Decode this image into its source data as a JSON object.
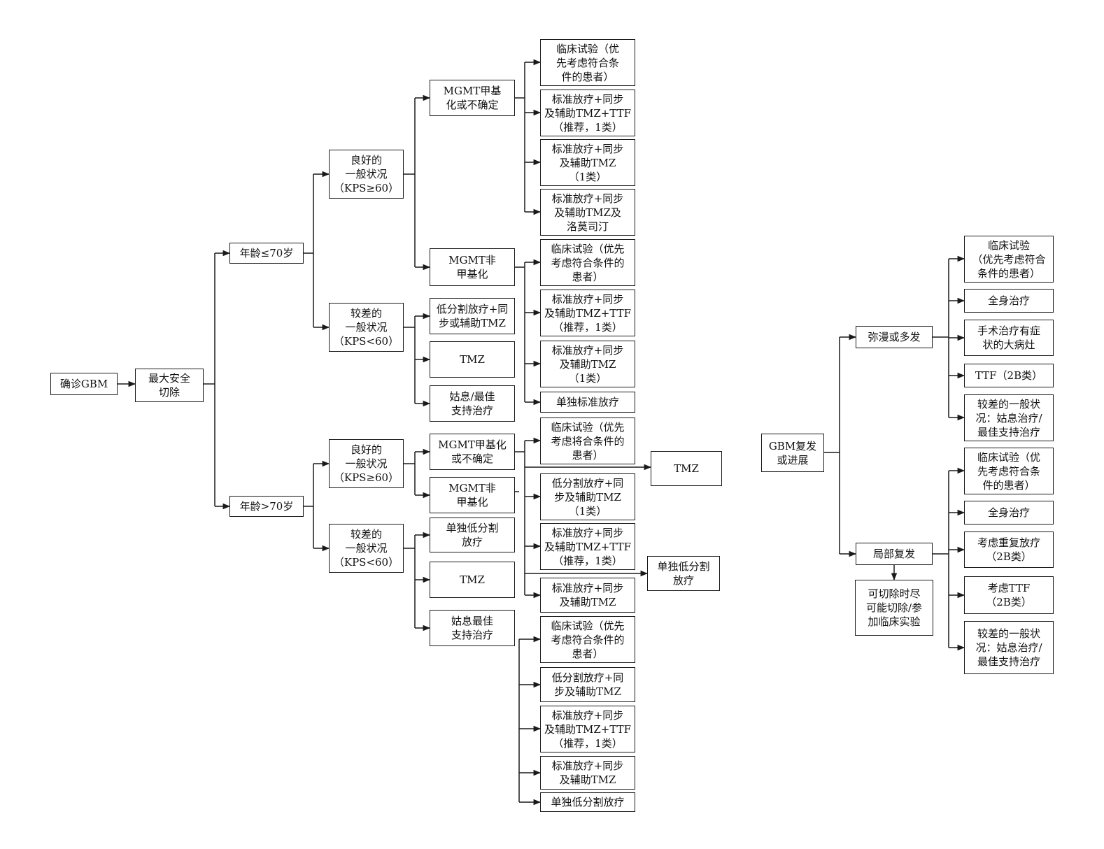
{
  "colors": {
    "line": "#1a1a1a",
    "box_border": "#1a1a1a",
    "background": "#ffffff",
    "text": "#111111"
  },
  "nodes": {
    "diagnosis": "确诊GBM",
    "max_resection": "最大安全\n切除",
    "age_le70": "年龄≤70岁",
    "age_gt70": "年龄>70岁",
    "le70_good": "良好的\n一般状况\n（KPS≥60）",
    "le70_poor": "较差的\n一般状况\n（KPS<60）",
    "le70_good_mgmt_meth": "MGMT甲基\n化或不确定",
    "le70_good_mgmt_unmeth": "MGMT非\n甲基化",
    "le70_meth_trial": "临床试验（优\n先考虑符合条\n件的患者）",
    "le70_meth_rt_tmz_ttf": "标准放疗+同步\n及辅助TMZ+TTF\n（推荐，1类）",
    "le70_meth_rt_tmz": "标准放疗+同步\n及辅助TMZ\n（1类）",
    "le70_meth_rt_tmz_lomustine": "标准放疗+同步\n及辅助TMZ及\n洛莫司汀",
    "le70_unmeth_trial": "临床试验（优先\n考虑符合条件的\n患者）",
    "le70_unmeth_rt_tmz_ttf": "标准放疗+同步\n及辅助TMZ+TTF\n（推荐，1类）",
    "le70_unmeth_rt_tmz": "标准放疗+同步\n及辅助TMZ\n（1类）",
    "le70_unmeth_rt_only": "单独标准放疗",
    "le70_poor_hypo_tmz": "低分割放疗+同\n步或辅助TMZ",
    "le70_poor_tmz": "TMZ",
    "le70_poor_palliative": "姑息/最佳\n支持治疗",
    "gt70_good": "良好的\n一般状况\n（KPS≥60）",
    "gt70_poor": "较差的\n一般状况\n（KPS<60）",
    "gt70_good_mgmt_meth": "MGMT甲基化\n或不确定",
    "gt70_good_mgmt_unmeth": "MGMT非\n甲基化",
    "gt70_meth_trial": "临床试验（优先\n考虑将合条件的\n患者）",
    "gt70_meth_tmz": "TMZ",
    "gt70_meth_hypo_tmz": "低分割放疗+同\n步及辅助TMZ\n（1类）",
    "gt70_meth_rt_tmz_ttf": "标准放疗+同步\n及辅助TMZ+TTF\n（推荐，1类）",
    "gt70_meth_hypo_only": "单独低分割\n放疗",
    "gt70_meth_rt_tmz": "标准放疗+同步\n及辅助TMZ",
    "gt70_unmeth_trial": "临床试验（优先\n考虑符合条件的\n患者）",
    "gt70_unmeth_hypo_tmz": "低分割放疗+同\n步及辅助TMZ",
    "gt70_unmeth_rt_tmz_ttf": "标准放疗+同步\n及辅助TMZ+TTF\n（推荐，1类）",
    "gt70_unmeth_rt_tmz": "标准放疗+同步\n及辅助TMZ",
    "gt70_unmeth_hypo_only": "单独低分割放疗",
    "gt70_poor_hypo_only": "单独低分割\n放疗",
    "gt70_poor_tmz": "TMZ",
    "gt70_poor_palliative": "姑息最佳\n支持治疗",
    "recurrence": "GBM复发\n或进展",
    "diffuse": "弥漫或多发",
    "local": "局部复发",
    "local_resection": "可切除时尽\n可能切除/参\n加临床实验",
    "diffuse_trial": "临床试验\n（优先考虑符合\n条件的患者）",
    "diffuse_systemic": "全身治疗",
    "diffuse_surgery": "手术治疗有症\n状的大病灶",
    "diffuse_ttf": "TTF（2B类）",
    "diffuse_poor": "较差的一般状\n况：姑息治疗/\n最佳支持治疗",
    "local_trial": "临床试验（优\n先考虑符合条\n件的患者）",
    "local_systemic": "全身治疗",
    "local_rert": "考虑重复放疗\n（2B类）",
    "local_ttf": "考虑TTF\n（2B类）",
    "local_poor": "较差的一般状\n况：姑息治疗/\n最佳支持治疗"
  }
}
